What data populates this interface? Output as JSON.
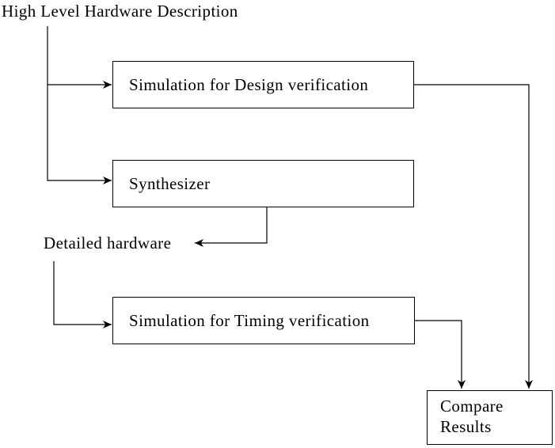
{
  "diagram": {
    "title": "High Level Hardware Description",
    "detailed_hardware_label": "Detailed hardware",
    "nodes": {
      "simulation_design": {
        "label": "Simulation for Design verification"
      },
      "synthesizer": {
        "label": "Synthesizer"
      },
      "simulation_timing": {
        "label": "Simulation for Timing verification"
      },
      "compare_results": {
        "label": "Compare\nResults"
      }
    },
    "colors": {
      "line": "#000000",
      "box_border": "#000000",
      "background": "#ffffff",
      "text": "#000000"
    }
  }
}
